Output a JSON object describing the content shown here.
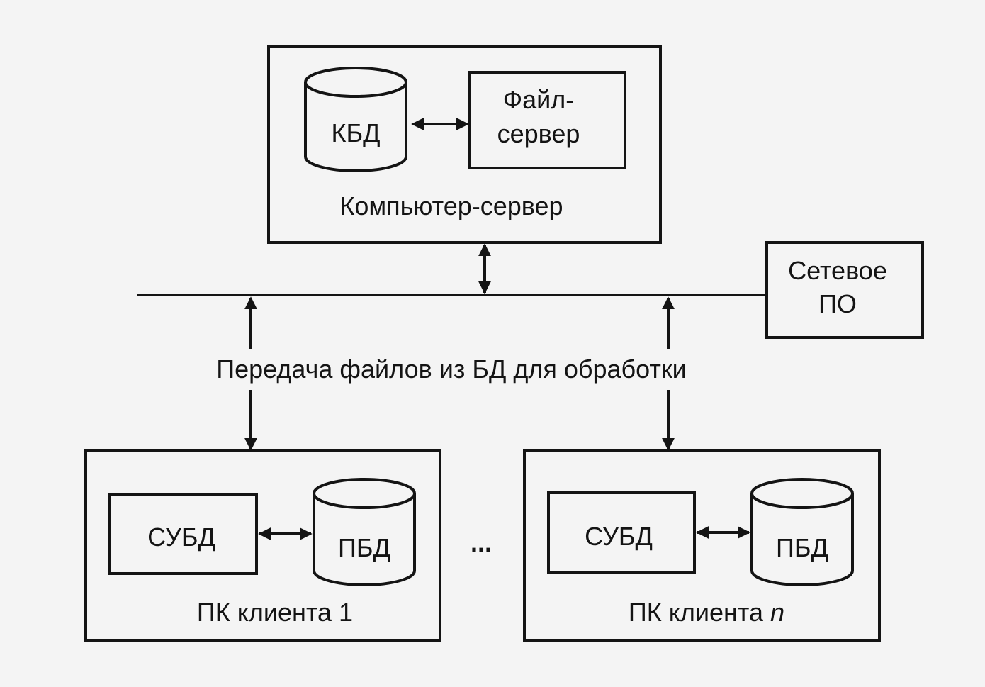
{
  "server": {
    "caption": "Компьютер-сервер",
    "db": "КБД",
    "fileserver_line1": "Файл-",
    "fileserver_line2": "сервер"
  },
  "network_software": {
    "line1": "Сетевое",
    "line2": "ПО"
  },
  "transfer_label": "Передача файлов из БД для обработки",
  "ellipsis": "...",
  "client1": {
    "dbms": "СУБД",
    "db": "ПБД",
    "caption": "ПК клиента 1"
  },
  "clientn": {
    "dbms": "СУБД",
    "db": "ПБД",
    "caption_prefix": "ПК клиента ",
    "caption_var": "n"
  }
}
